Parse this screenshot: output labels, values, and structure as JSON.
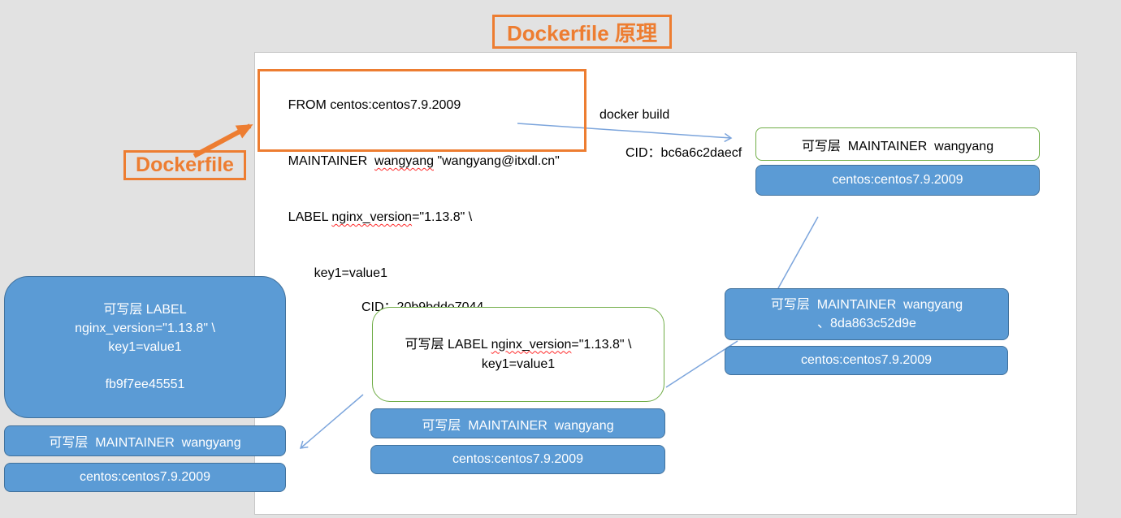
{
  "title": "Dockerfile 原理",
  "dockerfile": {
    "label": "Dockerfile",
    "code": {
      "line1": "FROM centos:centos7.9.2009",
      "line2_prefix": "MAINTAINER  ",
      "line2_misspelled": "wangyang",
      "line2_suffix": " \"wangyang@itxdl.cn\"",
      "line3_prefix": "LABEL ",
      "line3_misspelled": "nginx_version",
      "line3_suffix": "=\"1.13.8\" \\",
      "line4": "key1=value1"
    }
  },
  "flow": {
    "docker_build": "docker build",
    "cid_top": "CID：bc6a6c2daecf",
    "cid_center": "CID：20b9bdde7044"
  },
  "containers": {
    "top_right": {
      "writable": "可写层  MAINTAINER  wangyang",
      "base": "centos:centos7.9.2009"
    },
    "mid_right": {
      "layer_line1": "可写层  MAINTAINER  wangyang",
      "layer_line2": "、8da863c52d9e",
      "base": "centos:centos7.9.2009"
    },
    "center": {
      "writable_prefix": "可写层 LABEL ",
      "writable_misspelled": "nginx_version",
      "writable_suffix": "=\"1.13.8\" \\",
      "writable_line2": "key1=value1",
      "maintainer": "可写层  MAINTAINER  wangyang",
      "base": "centos:centos7.9.2009"
    },
    "left": {
      "writable_line1": "可写层 LABEL",
      "writable_line2": "nginx_version=\"1.13.8\" \\",
      "writable_line3": "key1=value1",
      "image_id": "fb9f7ee45551",
      "maintainer": "可写层  MAINTAINER  wangyang",
      "base": "centos:centos7.9.2009"
    }
  },
  "colors": {
    "accent_orange": "#ED7D31",
    "layer_blue_fill": "#5B9BD5",
    "layer_blue_border": "#41719C",
    "writable_green_border": "#70AD47",
    "connector_blue": "#7CA5DC",
    "spellcheck_red": "#ff2a2a"
  }
}
